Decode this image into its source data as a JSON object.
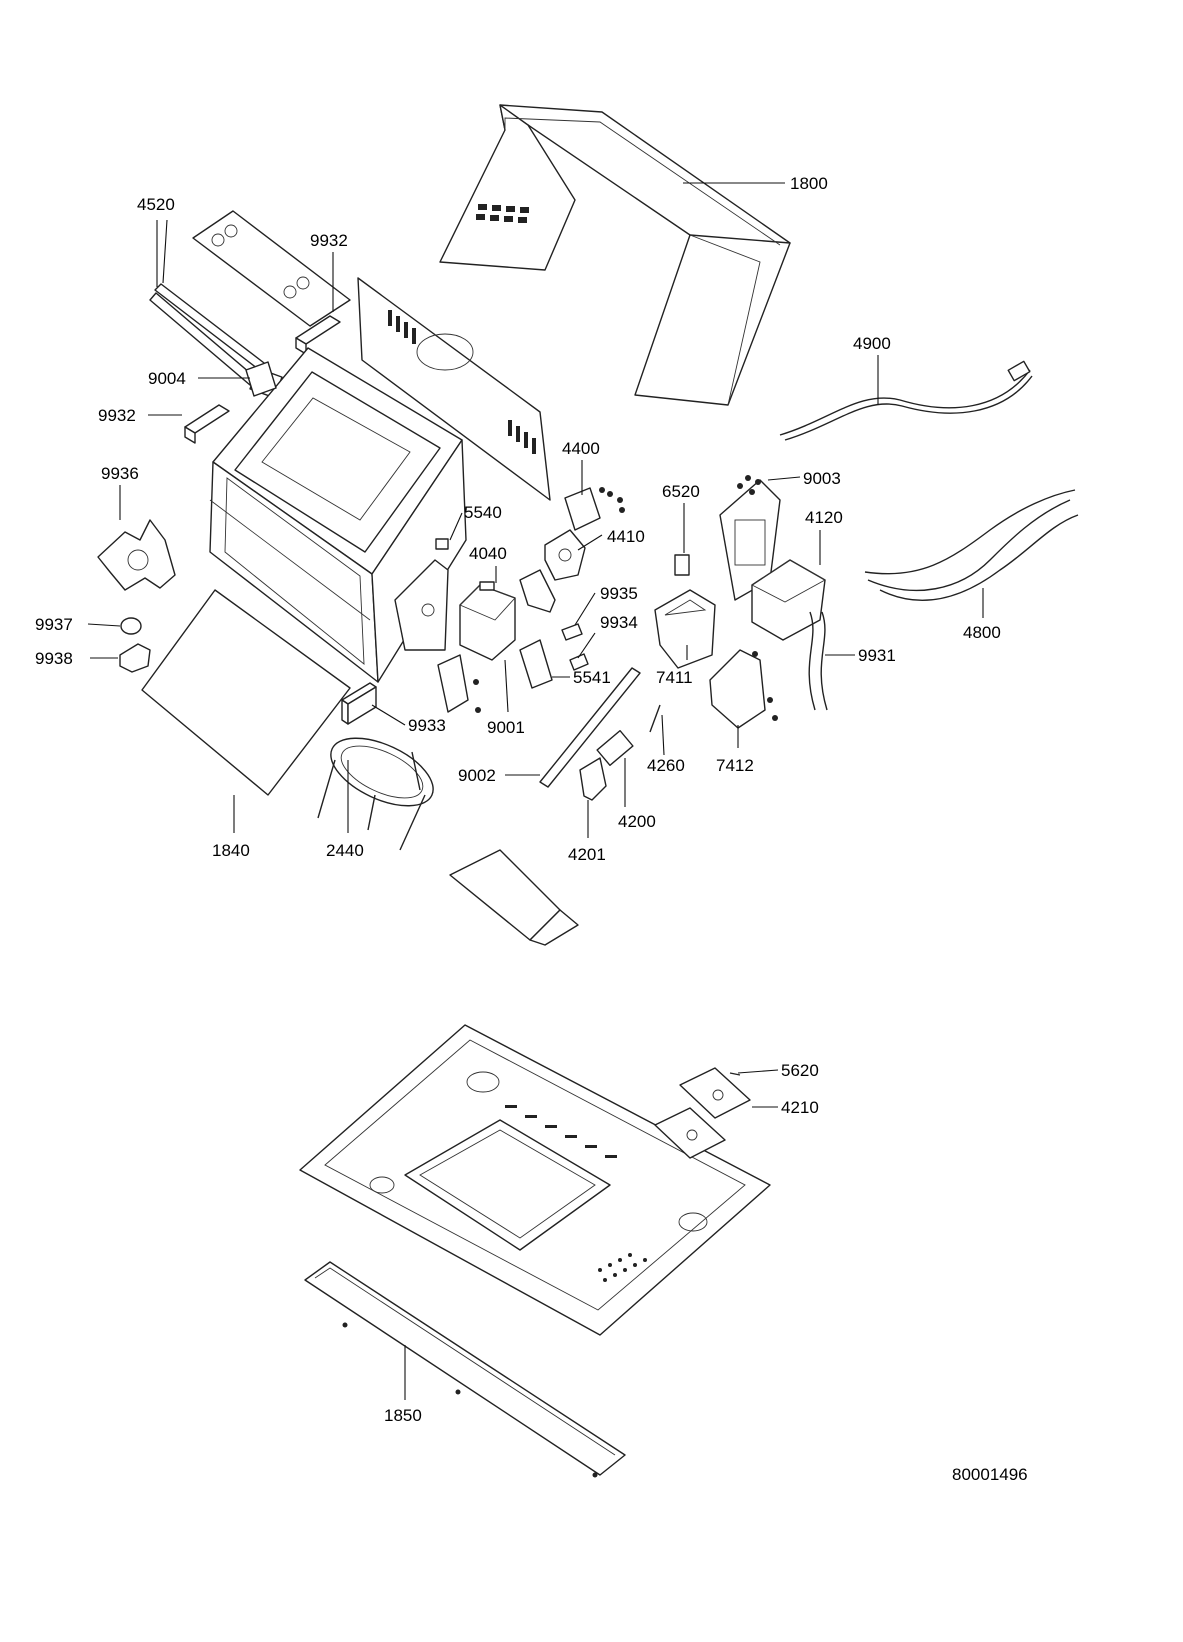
{
  "diagram": {
    "document_number": "80001496",
    "parts": [
      {
        "id": "1800"
      },
      {
        "id": "4520"
      },
      {
        "id": "9932"
      },
      {
        "id": "4900"
      },
      {
        "id": "9004"
      },
      {
        "id": "9932"
      },
      {
        "id": "9936"
      },
      {
        "id": "4400"
      },
      {
        "id": "6520"
      },
      {
        "id": "9003"
      },
      {
        "id": "5540"
      },
      {
        "id": "4410"
      },
      {
        "id": "4120"
      },
      {
        "id": "4040"
      },
      {
        "id": "9935"
      },
      {
        "id": "9937"
      },
      {
        "id": "9934"
      },
      {
        "id": "4800"
      },
      {
        "id": "9938"
      },
      {
        "id": "9931"
      },
      {
        "id": "5541"
      },
      {
        "id": "7411"
      },
      {
        "id": "9933"
      },
      {
        "id": "9001"
      },
      {
        "id": "9002"
      },
      {
        "id": "4260"
      },
      {
        "id": "7412"
      },
      {
        "id": "4200"
      },
      {
        "id": "1840"
      },
      {
        "id": "2440"
      },
      {
        "id": "4201"
      },
      {
        "id": "5620"
      },
      {
        "id": "4210"
      },
      {
        "id": "1850"
      }
    ]
  }
}
